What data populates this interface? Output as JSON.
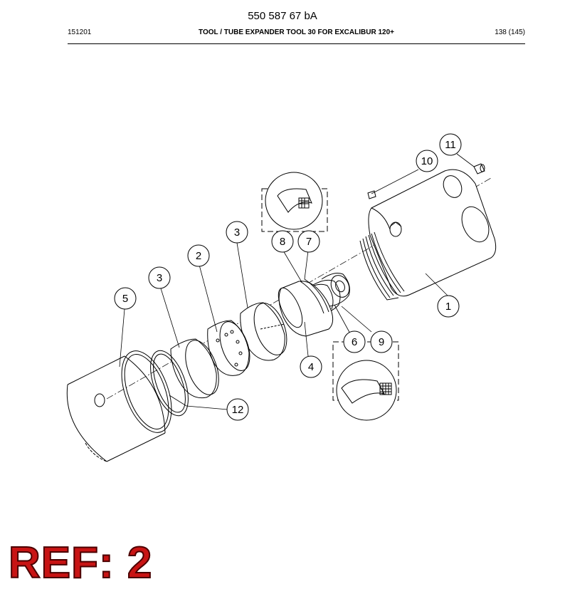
{
  "document": {
    "number": "550 587 67 bA",
    "date": "151201",
    "title": "TOOL / TUBE EXPANDER TOOL 30 FOR EXCALIBUR 120+",
    "page": "138 (145)"
  },
  "callouts": [
    {
      "id": "c1",
      "label": "1"
    },
    {
      "id": "c2",
      "label": "2"
    },
    {
      "id": "c3a",
      "label": "3"
    },
    {
      "id": "c3b",
      "label": "3"
    },
    {
      "id": "c4",
      "label": "4"
    },
    {
      "id": "c5",
      "label": "5"
    },
    {
      "id": "c6",
      "label": "6"
    },
    {
      "id": "c7",
      "label": "7"
    },
    {
      "id": "c8",
      "label": "8"
    },
    {
      "id": "c9",
      "label": "9"
    },
    {
      "id": "c10",
      "label": "10"
    },
    {
      "id": "c11",
      "label": "11"
    },
    {
      "id": "c12",
      "label": "12"
    }
  ],
  "stamp": {
    "text": "REF: 2",
    "color": "#c81414"
  }
}
